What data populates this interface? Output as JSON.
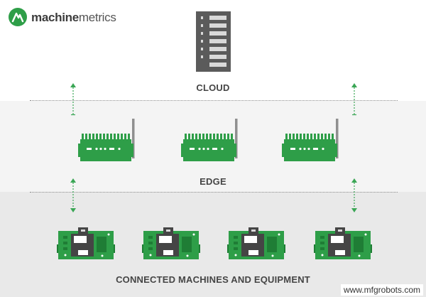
{
  "brand": {
    "name_bold": "machine",
    "name_light": "metrics"
  },
  "tiers": {
    "cloud": "CLOUD",
    "edge": "EDGE",
    "machines": "CONNECTED MACHINES AND EQUIPMENT"
  },
  "watermark": "www.mfgrobots.com",
  "colors": {
    "green": "#2e9e48",
    "dark_green": "#1f7d35",
    "gray_icon": "#5b5b5b",
    "arrow_green": "#3aa655"
  },
  "icons": {
    "cloud": "building-icon",
    "edge": "gateway-icon",
    "machine": "circuit-board-icon",
    "connection": "double-arrow-icon"
  }
}
